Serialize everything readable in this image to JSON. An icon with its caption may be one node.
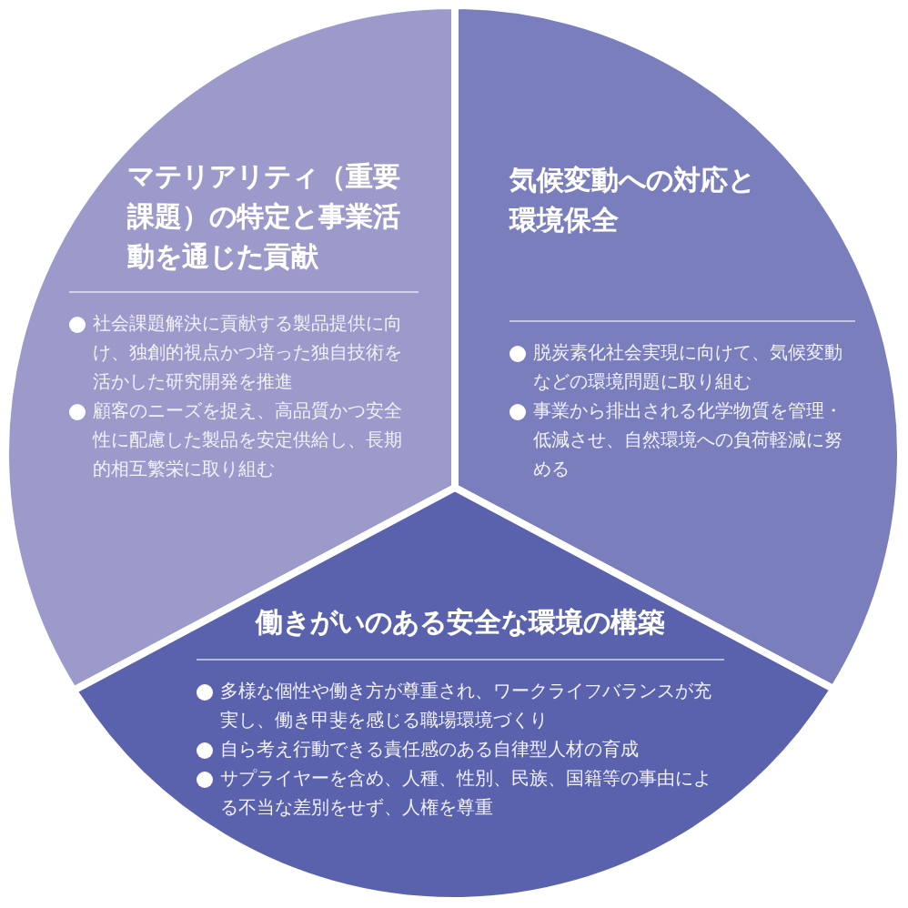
{
  "diagram": {
    "nodes": [
      {
        "text": [
          "マテリアリティ（重要課題）の特定と事業活動を通じた貢献",
          "社会課題解決に貢献する製品提供に向け、独創的視点かつ培った独自技術を活かした研究開発を推進",
          "顧客のニーズを捉え、高品質かつ安全性に配慮した製品を安定供給し、長期的相互繁栄に取り組む"
        ]
      },
      {
        "text": [
          "気候変動への対応と環境保全",
          "脱炭素化社会実現に向けて、気候変動などの環境問題に取り組む",
          "事業から排出される化学物質を管理・低減させ、自然環境への負荷軽減に努める"
        ]
      },
      {
        "text": [
          "働きがいのある安全な環境の構築",
          "多様な個性や働き方が尊重され、ワークライフバランスが充実し、働き甲斐を感じる職場環境づくり",
          "自ら考え行動できる責任感のある自律型人材の育成",
          "サプライヤーを含め、人種、性別、民族、国籍等の事由による不当な差別をせず、人権を尊重"
        ]
      }
    ]
  }
}
